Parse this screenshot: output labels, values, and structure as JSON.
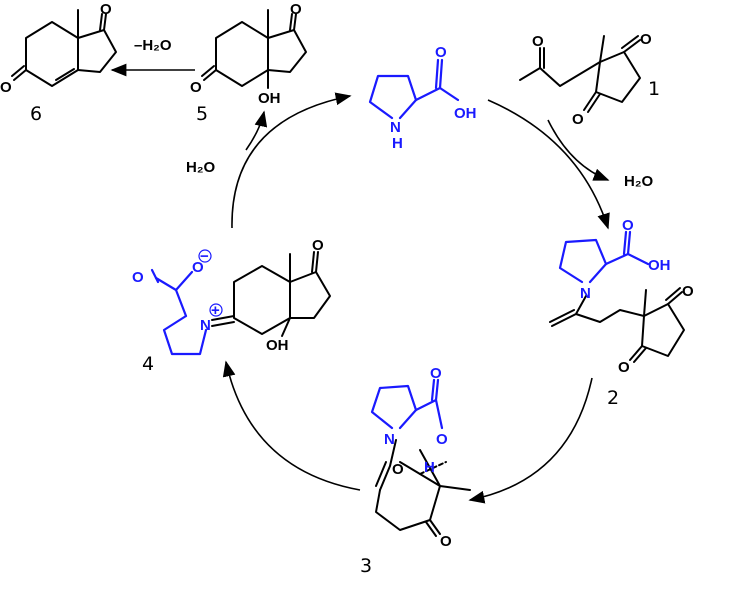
{
  "diagram": {
    "compound_labels": {
      "c1": "1",
      "c2": "2",
      "c3": "3",
      "c4": "4",
      "c5": "5",
      "c6": "6"
    },
    "reagents": {
      "dehydration": "–H₂O",
      "water_left": "H₂O",
      "water_right": "H₂O"
    },
    "atoms": {
      "O": "O",
      "OH": "OH",
      "N": "N",
      "H": "H",
      "N_plus": "N",
      "O_minus": "O",
      "plus": "+",
      "minus": "−"
    },
    "colors": {
      "catalyst": "#1a1aff",
      "ink": "#000000"
    }
  }
}
